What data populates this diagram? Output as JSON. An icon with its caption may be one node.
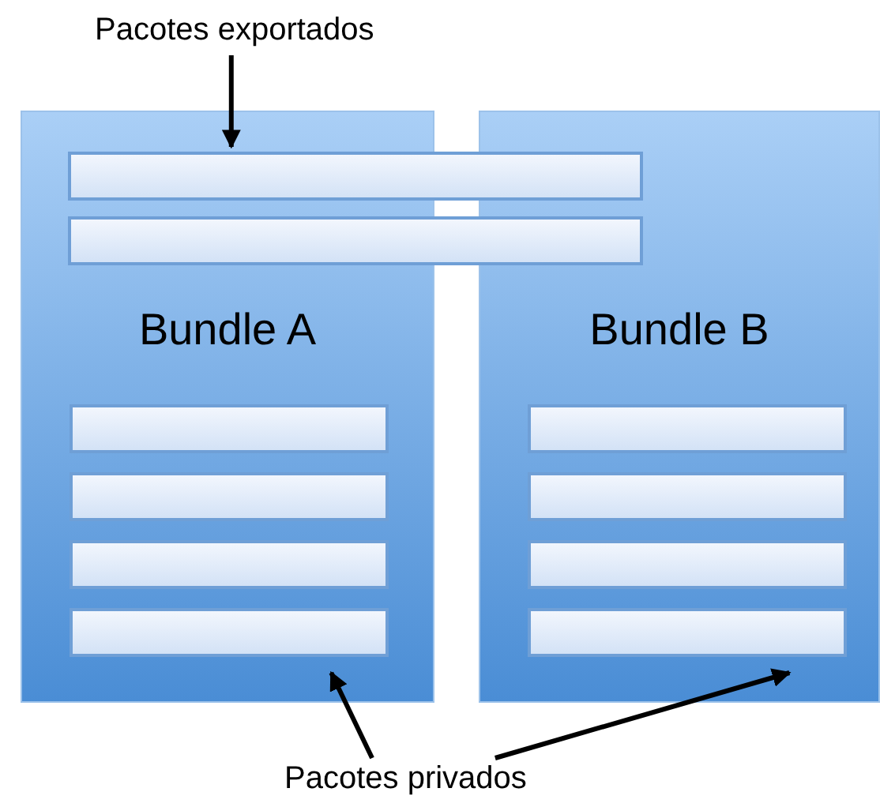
{
  "diagram": {
    "nodes": [
      {
        "text": [
          "Pacotes exportados"
        ]
      },
      {
        "text": [
          "Bundle A"
        ]
      },
      {
        "text": [
          "Bundle B"
        ]
      },
      {
        "text": [],
        "shape": "bar"
      },
      {
        "text": [],
        "shape": "bar"
      },
      {
        "text": [],
        "shape": "bar",
        "in": 1
      },
      {
        "text": [],
        "shape": "bar",
        "in": 1
      },
      {
        "text": [],
        "shape": "bar",
        "in": 1
      },
      {
        "text": [],
        "shape": "bar",
        "in": 1
      },
      {
        "text": [],
        "shape": "bar",
        "in": 2
      },
      {
        "text": [],
        "shape": "bar",
        "in": 2
      },
      {
        "text": [],
        "shape": "bar",
        "in": 2
      },
      {
        "text": [],
        "shape": "bar",
        "in": 2
      },
      {
        "text": [
          "Pacotes privados"
        ]
      }
    ],
    "edges": [
      {
        "from": 0,
        "to": 3,
        "arrow": "to"
      },
      {
        "from": 13,
        "to": 8,
        "arrow": "to"
      },
      {
        "from": 13,
        "to": 12,
        "arrow": "to"
      }
    ]
  }
}
